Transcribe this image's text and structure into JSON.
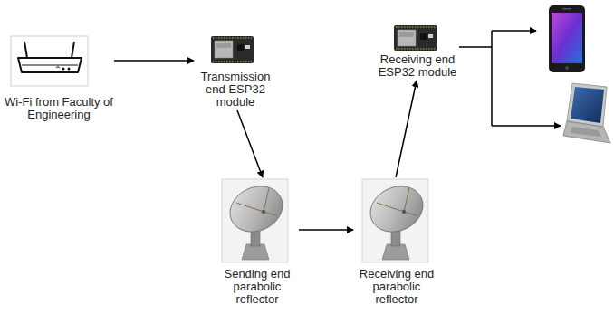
{
  "diagram": {
    "nodes": [
      {
        "text": [
          "Wi-Fi from Faculty of Engineering"
        ]
      },
      {
        "text": [
          "Transmission end ESP32 module"
        ]
      },
      {
        "text": [
          "Sending end parabolic reflector"
        ]
      },
      {
        "text": [
          "Receiving end parabolic reflector"
        ]
      },
      {
        "text": [
          "Receiving end ESP32 module"
        ]
      }
    ],
    "edges": [
      {
        "from": 0,
        "to": 1,
        "arrow": "to"
      },
      {
        "from": 1,
        "to": 2,
        "arrow": "to"
      },
      {
        "from": 2,
        "to": 3,
        "arrow": "to"
      },
      {
        "from": 3,
        "to": 4,
        "arrow": "to"
      }
    ]
  }
}
